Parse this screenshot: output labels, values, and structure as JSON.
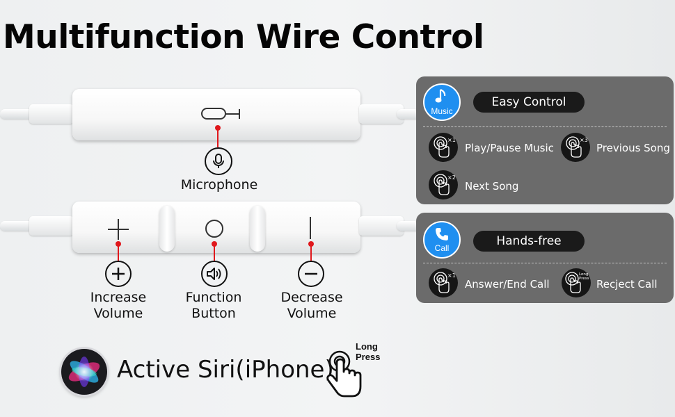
{
  "title": "Multifunction Wire Control",
  "microphone_label": "Microphone",
  "buttons": {
    "increase": [
      "Increase",
      "Volume"
    ],
    "function": [
      "Function",
      "Button"
    ],
    "decrease": [
      "Decrease",
      "Volume"
    ]
  },
  "music_panel": {
    "badge": "Music",
    "header": "Easy Control",
    "actions": [
      {
        "badge": "×1",
        "label": "Play/Pause Music"
      },
      {
        "badge": "×3",
        "label": "Previous Song"
      },
      {
        "badge": "×2",
        "label": "Next Song"
      }
    ]
  },
  "call_panel": {
    "badge": "Call",
    "header": "Hands-free",
    "actions": [
      {
        "badge": "×1",
        "label": "Answer/End Call"
      },
      {
        "badge": "Long Press",
        "label": "Recject Call"
      }
    ]
  },
  "siri": {
    "label": "Active Siri(iPhone)",
    "gesture_line1": "Long",
    "gesture_line2": "Press"
  },
  "colors": {
    "accent_red": "#e0181c",
    "badge_blue": "#1f8ff0",
    "panel_gray": "#6b6b6b"
  }
}
